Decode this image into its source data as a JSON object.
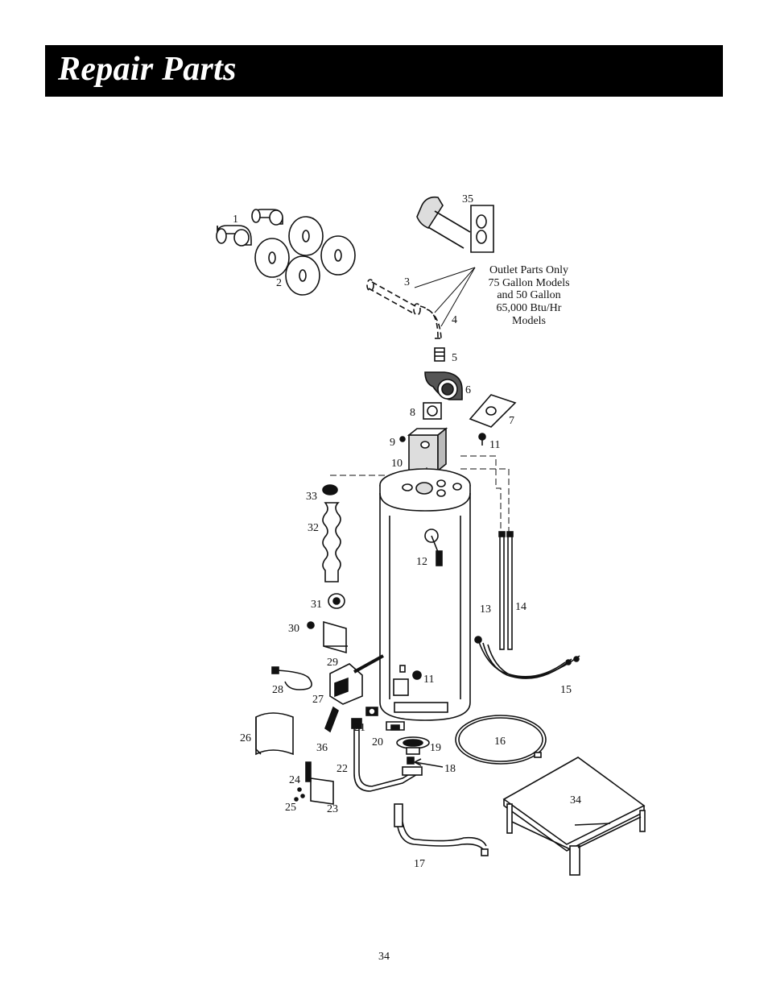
{
  "header": {
    "title": "Repair Parts"
  },
  "note": {
    "lines": [
      "Outlet Parts Only",
      "75 Gallon Models",
      "and 50 Gallon",
      "65,000 Btu/Hr",
      "Models"
    ]
  },
  "callouts": {
    "c1": "1",
    "c2": "2",
    "c3": "3",
    "c4": "4",
    "c5": "5",
    "c6": "6",
    "c7": "7",
    "c8": "8",
    "c9": "9",
    "c10": "10",
    "c11a": "11",
    "c11b": "11",
    "c12": "12",
    "c13": "13",
    "c14": "14",
    "c15": "15",
    "c16": "16",
    "c17": "17",
    "c18": "18",
    "c19": "19",
    "c20": "20",
    "c21": "21",
    "c22": "22",
    "c23": "23",
    "c24": "24",
    "c25": "25",
    "c26": "26",
    "c27": "27",
    "c28": "28",
    "c29": "29",
    "c30": "30",
    "c31": "31",
    "c32": "32",
    "c33": "33",
    "c34": "34",
    "c35": "35",
    "c36": "36"
  },
  "footer": {
    "page_number": "34"
  }
}
